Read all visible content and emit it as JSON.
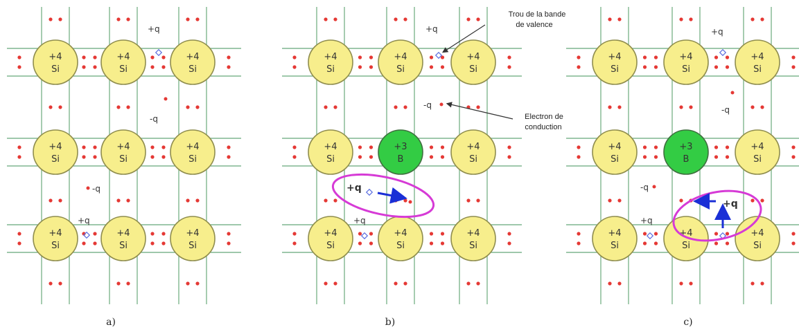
{
  "colors": {
    "atom_si_fill": "#f7ee8c",
    "atom_si_stroke": "#8f8d4e",
    "atom_b_fill": "#33cc44",
    "atom_b_stroke": "#3f6f3f",
    "bond": "#7fb68f",
    "electron": "#e53935",
    "hole": "#5b6ee0",
    "arrow_blue": "#1a2fd6",
    "highlight": "#d63ad6",
    "leader": "#333333"
  },
  "panels": [
    {
      "caption": "a)",
      "atoms": [
        {
          "charge": "+4",
          "symbol": "Si"
        },
        {
          "charge": "+4",
          "symbol": "Si"
        },
        {
          "charge": "+4",
          "symbol": "Si"
        },
        {
          "charge": "+4",
          "symbol": "Si"
        },
        {
          "charge": "+4",
          "symbol": "Si"
        },
        {
          "charge": "+4",
          "symbol": "Si"
        },
        {
          "charge": "+4",
          "symbol": "Si"
        },
        {
          "charge": "+4",
          "symbol": "Si"
        },
        {
          "charge": "+4",
          "symbol": "Si"
        }
      ],
      "labels": [
        "+q",
        "-q",
        "-q",
        "+q"
      ]
    },
    {
      "caption": "b)",
      "atoms": [
        {
          "charge": "+4",
          "symbol": "Si"
        },
        {
          "charge": "+4",
          "symbol": "Si"
        },
        {
          "charge": "+4",
          "symbol": "Si"
        },
        {
          "charge": "+4",
          "symbol": "Si"
        },
        {
          "charge": "+3",
          "symbol": "B"
        },
        {
          "charge": "+4",
          "symbol": "Si"
        },
        {
          "charge": "+4",
          "symbol": "Si"
        },
        {
          "charge": "+4",
          "symbol": "Si"
        },
        {
          "charge": "+4",
          "symbol": "Si"
        }
      ],
      "labels": [
        "+q",
        "-q",
        "+q",
        "+q"
      ],
      "annotations": {
        "hole_line1": "Trou de la bande",
        "hole_line2": "de valence",
        "electron_line1": "Electron de",
        "electron_line2": "conduction"
      }
    },
    {
      "caption": "c)",
      "atoms": [
        {
          "charge": "+4",
          "symbol": "Si"
        },
        {
          "charge": "+4",
          "symbol": "Si"
        },
        {
          "charge": "+4",
          "symbol": "Si"
        },
        {
          "charge": "+4",
          "symbol": "Si"
        },
        {
          "charge": "+3",
          "symbol": "B"
        },
        {
          "charge": "+4",
          "symbol": "Si"
        },
        {
          "charge": "+4",
          "symbol": "Si"
        },
        {
          "charge": "+4",
          "symbol": "Si"
        },
        {
          "charge": "+4",
          "symbol": "Si"
        }
      ],
      "labels": [
        "+q",
        "-q",
        "-q",
        "+q",
        "+q"
      ]
    }
  ]
}
